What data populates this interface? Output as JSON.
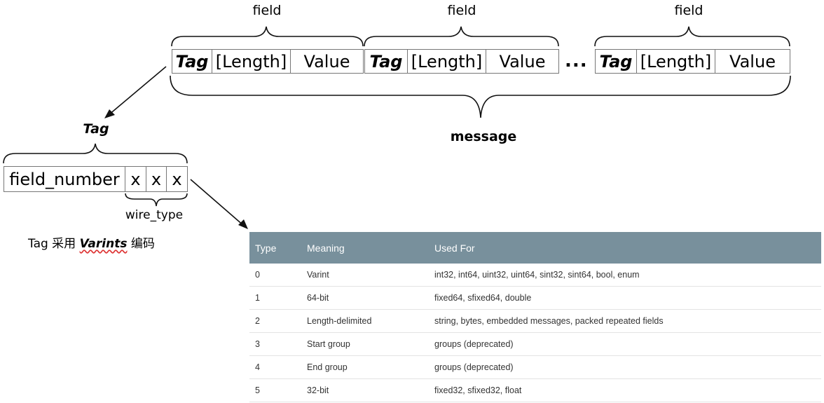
{
  "message_diagram": {
    "field_label": "field",
    "message_label": "message",
    "fields": [
      {
        "tag": "Tag",
        "length": "[Length]",
        "value": "Value"
      },
      {
        "tag": "Tag",
        "length": "[Length]",
        "value": "Value"
      },
      {
        "tag": "Tag",
        "length": "[Length]",
        "value": "Value"
      }
    ],
    "ellipsis": "..."
  },
  "tag_diagram": {
    "title": "Tag",
    "field_number": "field_number",
    "wire_bits": [
      "x",
      "x",
      "x"
    ],
    "wire_type_label": "wire_type"
  },
  "note": {
    "prefix": "Tag 采用",
    "emphasis": "Varints",
    "suffix": "编码"
  },
  "wire_table": {
    "headers": [
      "Type",
      "Meaning",
      "Used For"
    ],
    "rows": [
      {
        "type": "0",
        "meaning": "Varint",
        "used_for": "int32, int64, uint32, uint64, sint32, sint64, bool, enum"
      },
      {
        "type": "1",
        "meaning": "64-bit",
        "used_for": "fixed64, sfixed64, double"
      },
      {
        "type": "2",
        "meaning": "Length-delimited",
        "used_for": "string, bytes, embedded messages, packed repeated fields"
      },
      {
        "type": "3",
        "meaning": "Start group",
        "used_for": "groups (deprecated)"
      },
      {
        "type": "4",
        "meaning": "End group",
        "used_for": "groups (deprecated)"
      },
      {
        "type": "5",
        "meaning": "32-bit",
        "used_for": "fixed32, sfixed32, float"
      }
    ]
  },
  "colors": {
    "table_header_bg": "#78909c",
    "cell_border": "#777777",
    "squiggle": "#dd3333"
  }
}
